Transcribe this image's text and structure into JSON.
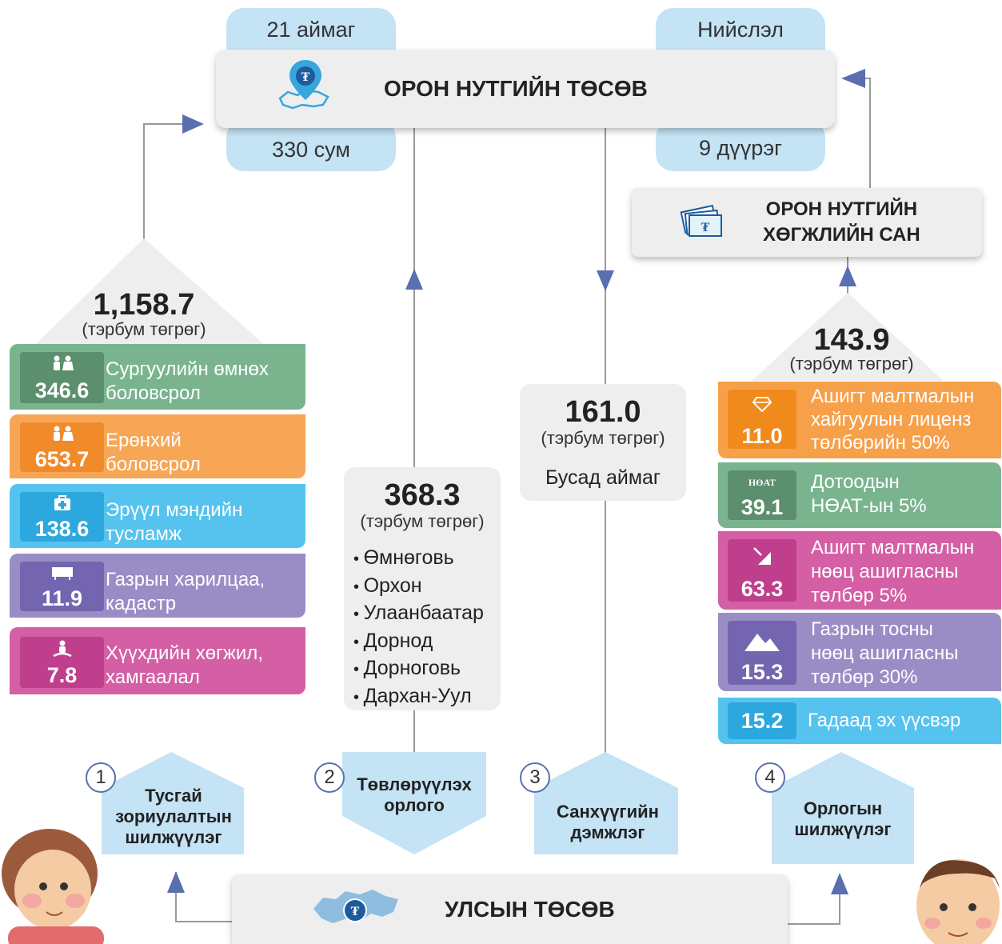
{
  "top": {
    "title": "ОРОН НУТГИЙН ТӨСӨВ",
    "tab_top_left": "21 аймаг",
    "tab_bottom_left": "330 сум",
    "tab_top_right": "Нийслэл",
    "tab_bottom_right": "9 дүүрэг"
  },
  "fund": {
    "line1": "ОРОН НУТГИЙН",
    "line2": "ХӨГЖЛИЙН САН"
  },
  "left": {
    "total": "1,158.7",
    "unit": "(тэрбум төгрөг)",
    "items": [
      {
        "value": "346.6",
        "label1": "Сургуулийн өмнөх",
        "label2": "боловсрол",
        "color": "#7ab48f"
      },
      {
        "value": "653.7",
        "label1": "Ерөнхий",
        "label2": "боловсрол",
        "color": "#f7a655"
      },
      {
        "value": "138.6",
        "label1": "Эрүүл мэндийн",
        "label2": "тусламж",
        "color": "#55c3ee"
      },
      {
        "value": "11.9",
        "label1": "Газрын харилцаа,",
        "label2": "кадастр",
        "color": "#9a8dc6"
      },
      {
        "value": "7.8",
        "label1": "Хүүхдийн хөгжил,",
        "label2": "хамгаалал",
        "color": "#d45fa5"
      }
    ]
  },
  "central": {
    "total": "368.3",
    "unit": "(тэрбум төгрөг)",
    "list": [
      "Өмнөговь",
      "Орхон",
      "Улаанбаатар",
      "Дорнод",
      "Дорноговь",
      "Дархан-Уул"
    ]
  },
  "support": {
    "total": "161.0",
    "unit": "(тэрбум төгрөг)",
    "label": "Бусад аймаг"
  },
  "right": {
    "total": "143.9",
    "unit": "(тэрбум төгрөг)",
    "items": [
      {
        "value": "11.0",
        "lines": [
          "Ашигт малтмалын",
          "хайгуулын лиценз",
          "төлбөрийн 50%"
        ],
        "color": "#f7a04a"
      },
      {
        "value": "39.1",
        "lines": [
          "Дотоодын",
          "НӨАТ-ын 5%"
        ],
        "color": "#7ab48f",
        "icon_text": "НӨАТ"
      },
      {
        "value": "63.3",
        "lines": [
          "Ашигт малтмалын",
          "нөөц ашигласны",
          "төлбөр 5%"
        ],
        "color": "#d45fa5"
      },
      {
        "value": "15.3",
        "lines": [
          "Газрын тосны",
          "нөөц ашигласны",
          "төлбөр 30%"
        ],
        "color": "#9a8dc6"
      },
      {
        "value": "15.2",
        "lines": [
          "Гадаад эх үүсвэр"
        ],
        "color": "#38b7ec"
      }
    ]
  },
  "flows": [
    {
      "num": "1",
      "label": "Тусгай зориулалтын шилжүүлэг"
    },
    {
      "num": "2",
      "label": "Төвлөрүүлэх орлого"
    },
    {
      "num": "3",
      "label": "Санхүүгийн дэмжлэг"
    },
    {
      "num": "4",
      "label": "Орлогын шилжүүлэг"
    }
  ],
  "bottom": {
    "title": "УЛСЫН ТӨСӨВ"
  },
  "colors": {
    "arrow": "#5a6fb0",
    "light_blue": "#c4e3f5",
    "gray_box": "#eeeeee"
  }
}
